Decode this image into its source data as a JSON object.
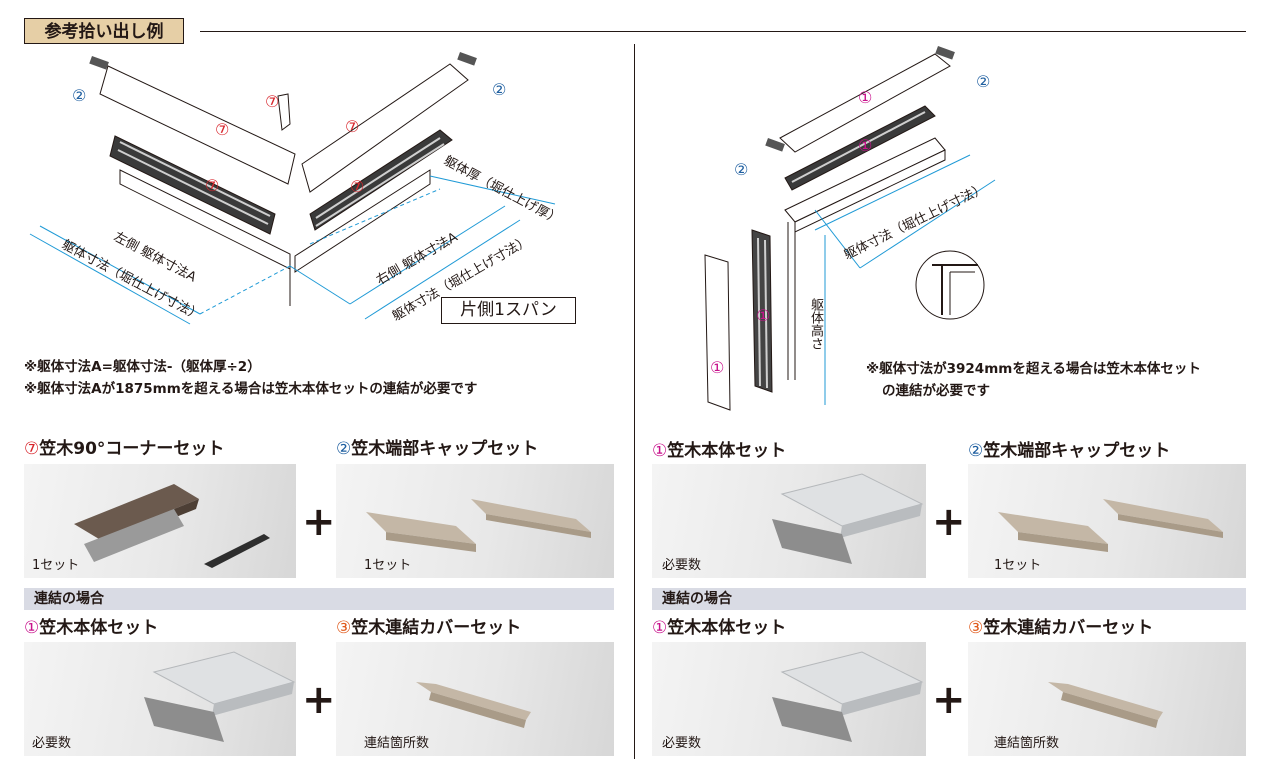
{
  "title": "参考拾い出し例",
  "left_diagram": {
    "label_right_body_thickness": "躯体厚（堀仕上げ厚）",
    "label_left_dim_a": "左側 躯体寸法A",
    "label_left_dim": "躯体寸法（堀仕上げ寸法）",
    "label_right_dim_a": "右側 躯体寸法A",
    "label_right_dim": "躯体寸法（堀仕上げ寸法）",
    "span_label": "片側1スパン",
    "marker_7": "⑦",
    "marker_2": "②"
  },
  "left_notes": [
    "※躯体寸法A=躯体寸法-（躯体厚÷2）",
    "※躯体寸法Aが1875mmを超える場合は笠木本体セットの連結が必要です"
  ],
  "right_diagram": {
    "label_width": "躯体寸法（堀仕上げ寸法）",
    "label_height": "躯体高さ",
    "marker_1": "①",
    "marker_2": "②"
  },
  "right_notes": [
    "※躯体寸法が3924mmを超える場合は笠木本体セット",
    "の連結が必要です"
  ],
  "sets": {
    "corner": {
      "num": "⑦",
      "name": "笠木90°コーナーセット",
      "qty": "1セット"
    },
    "end_cap_left": {
      "num": "②",
      "name": "笠木端部キャップセット",
      "qty": "1セット"
    },
    "body_right": {
      "num": "①",
      "name": "笠木本体セット",
      "qty": "必要数"
    },
    "end_cap_right": {
      "num": "②",
      "name": "笠木端部キャップセット",
      "qty": "1セット"
    }
  },
  "connection": {
    "band_label": "連結の場合",
    "body": {
      "num": "①",
      "name": "笠木本体セット",
      "qty": "必要数"
    },
    "cover": {
      "num": "③",
      "name": "笠木連結カバーセット",
      "qty": "連結箇所数"
    }
  },
  "plus": "+",
  "colors": {
    "red": "#d8262d",
    "blue": "#1f5fa0",
    "magenta": "#c8128c",
    "orange": "#e05a1c",
    "title_bg": "#e6cfa6",
    "band": "#d9dbe4"
  }
}
